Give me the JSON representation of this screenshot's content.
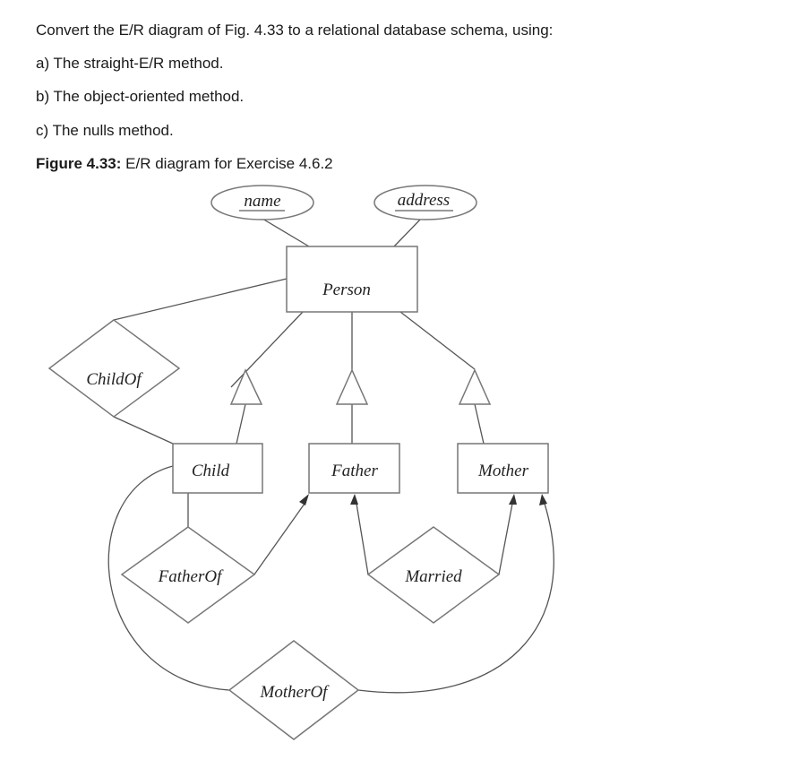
{
  "exercise": {
    "prompt": "Convert the E/R diagram of Fig. 4.33 to a relational database schema, using:",
    "options": [
      "a) The straight-E/R method.",
      "b) The object-oriented method.",
      "c) The nulls method."
    ],
    "figure_label": "Figure 4.33:",
    "figure_caption": " E/R diagram for Exercise 4.6.2"
  },
  "diagram": {
    "attributes": {
      "name": "name",
      "address": "address"
    },
    "entities": {
      "person": "Person",
      "child": "Child",
      "father": "Father",
      "mother": "Mother"
    },
    "relationships": {
      "child_of": "ChildOf",
      "father_of": "FatherOf",
      "married": "Married",
      "mother_of": "MotherOf"
    }
  }
}
